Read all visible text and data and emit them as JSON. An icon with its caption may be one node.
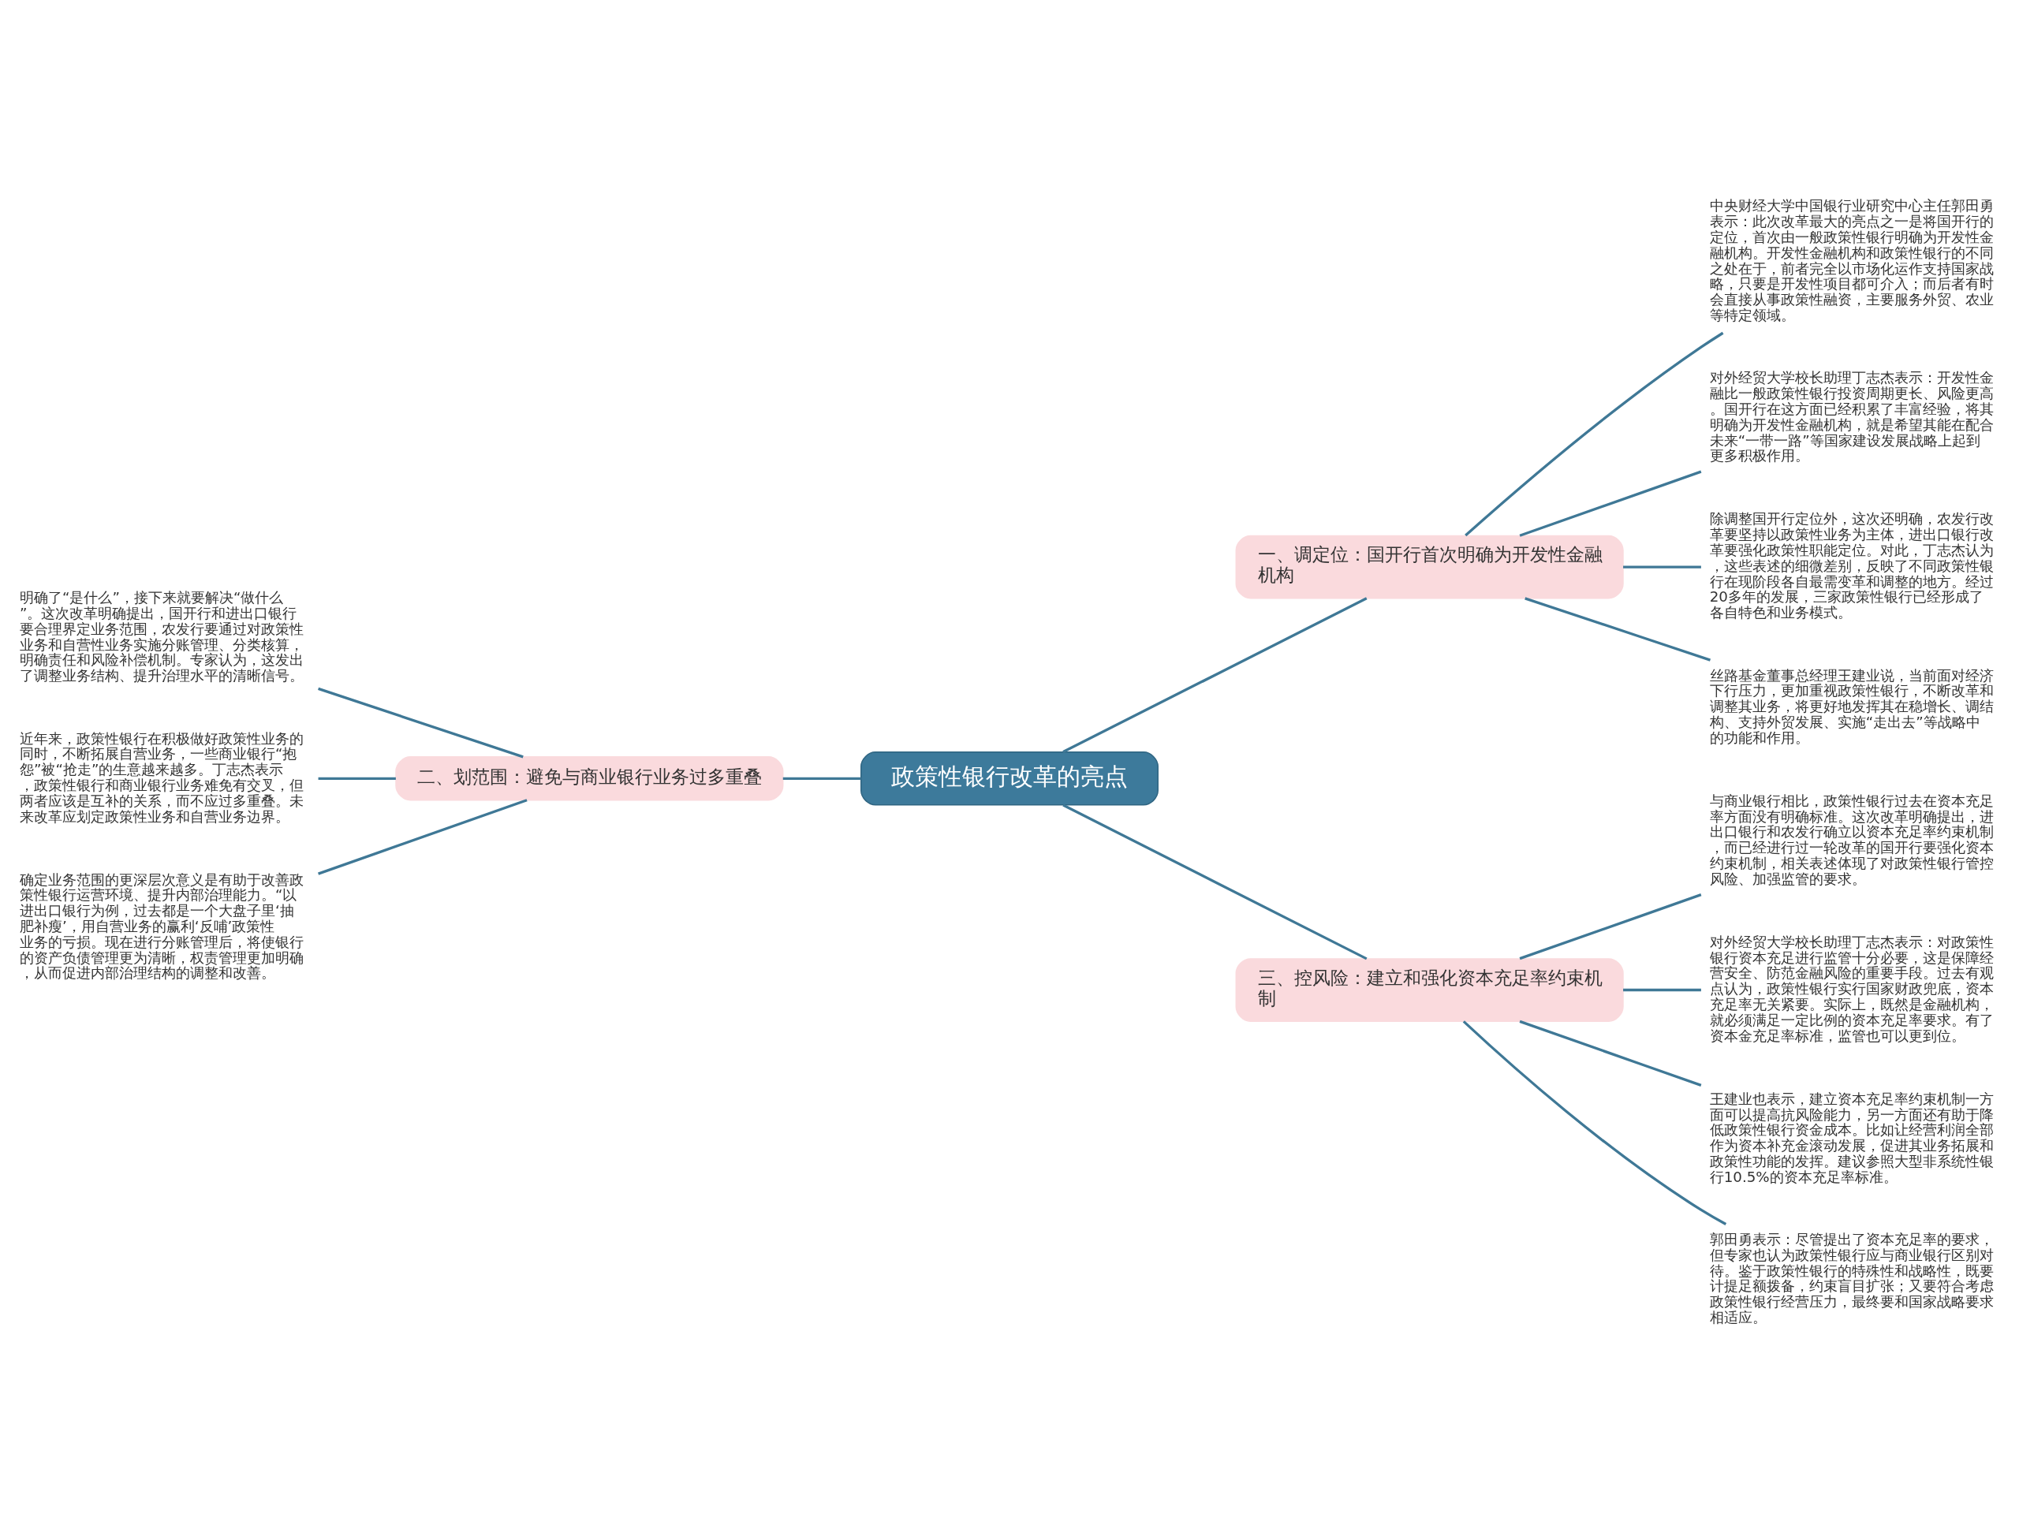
{
  "diagram": {
    "nodes": [
      {
        "text": [
          "政策性银行改革的亮点"
        ]
      },
      {
        "text": [
          "一、调定位：国开行首次明确为开发性金融机构"
        ]
      },
      {
        "text": [
          "中央财经大学中国银行业研究中心主任郭田勇表示：此次改革最大的亮点之一是将国开行的定位，首次由一般政策性银行明确为开发性金融机构。开发性金融机构和政策性银行的不同之处在于，前者完全以市场化运作支持国家战略，只要是开发性项目都可介入；而后者有时会直接从事政策性融资，主要服务外贸、农业等特定领域。"
        ]
      },
      {
        "text": [
          "对外经贸大学校长助理丁志杰表示：开发性金融比一般政策性银行投资周期更长、风险更高。国开行在这方面已经积累了丰富经验，将其明确为开发性金融机构，就是希望其能在配合未来“一带一路”等国家建设发展战略上起到更多积极作用。"
        ]
      },
      {
        "text": [
          "除调整国开行定位外，这次还明确，农发行改革要坚持以政策性业务为主体，进出口银行改革要强化政策性职能定位。对此，丁志杰认为，这些表述的细微差别，反映了不同政策性银行在现阶段各自最需变革和调整的地方。经过20多年的发展，三家政策性银行已经形成了各自特色和业务模式。"
        ]
      },
      {
        "text": [
          "丝路基金董事总经理王建业说，当前面对经济下行压力，更加重视政策性银行，不断改革和调整其业务，将更好地发挥其在稳增长、调结构、支持外贸发展、实施“走出去”等战略中的功能和作用。"
        ]
      },
      {
        "text": [
          "二、划范围：避免与商业银行业务过多重叠"
        ]
      },
      {
        "text": [
          "明确了“是什么”，接下来就要解决“做什么”。这次改革明确提出，国开行和进出口银行要合理界定业务范围，农发行要通过对政策性业务和自营性业务实施分账管理、分类核算，明确责任和风险补偿机制。专家认为，这发出了调整业务结构、提升治理水平的清晰信号。"
        ]
      },
      {
        "text": [
          "近年来，政策性银行在积极做好政策性业务的同时，不断拓展自营业务，一些商业银行“抱怨”被“抢走”的生意越来越多。丁志杰表示，政策性银行和商业银行业务难免有交叉，但两者应该是互补的关系，而不应过多重叠。未来改革应划定政策性业务和自营业务边界。"
        ]
      },
      {
        "text": [
          "确定业务范围的更深层次意义是有助于改善政策性银行运营环境、提升内部治理能力。“以进出口银行为例，过去都是一个大盘子里‘抽肥补瘦’，用自营业务的赢利‘反哺’政策性业务的亏损。现在进行分账管理后，将使银行的资产负债管理更为清晰，权责管理更加明确，从而促进内部治理结构的调整和改善。"
        ]
      },
      {
        "text": [
          "三、控风险：建立和强化资本充足率约束机制"
        ]
      },
      {
        "text": [
          "与商业银行相比，政策性银行过去在资本充足率方面没有明确标准。这次改革明确提出，进出口银行和农发行确立以资本充足率约束机制，而已经进行过一轮改革的国开行要强化资本约束机制，相关表述体现了对政策性银行管控风险、加强监管的要求。"
        ]
      },
      {
        "text": [
          "对外经贸大学校长助理丁志杰表示：对政策性银行资本充足进行监管十分必要，这是保障经营安全、防范金融风险的重要手段。过去有观点认为，政策性银行实行国家财政兜底，资本充足率无关紧要。实际上，既然是金融机构，就必须满足一定比例的资本充足率要求。有了资本金充足率标准，监管也可以更到位。"
        ]
      },
      {
        "text": [
          "王建业也表示，建立资本充足率约束机制一方面可以提高抗风险能力，另一方面还有助于降低政策性银行资金成本。比如让经营利润全部作为资本补充金滚动发展，促进其业务拓展和政策性功能的发挥。建议参照大型非系统性银行10.5%的资本充足率标准。"
        ]
      },
      {
        "text": [
          "郭田勇表示：尽管提出了资本充足率的要求，但专家也认为政策性银行应与商业银行区别对待。鉴于政策性银行的特殊性和战略性，既要计提足额拨备，约束盲目扩张；又要符合考虑政策性银行经营压力，最终要和国家战略要求相适应。"
        ]
      }
    ],
    "edges": [
      {
        "from": 0,
        "to": 1,
        "arrow": "none"
      },
      {
        "from": 1,
        "to": 2,
        "arrow": "none"
      },
      {
        "from": 1,
        "to": 3,
        "arrow": "none"
      },
      {
        "from": 1,
        "to": 4,
        "arrow": "none"
      },
      {
        "from": 1,
        "to": 5,
        "arrow": "none"
      },
      {
        "from": 0,
        "to": 6,
        "arrow": "none"
      },
      {
        "from": 6,
        "to": 7,
        "arrow": "none"
      },
      {
        "from": 6,
        "to": 8,
        "arrow": "none"
      },
      {
        "from": 6,
        "to": 9,
        "arrow": "none"
      },
      {
        "from": 0,
        "to": 10,
        "arrow": "none"
      },
      {
        "from": 10,
        "to": 11,
        "arrow": "none"
      },
      {
        "from": 10,
        "to": 12,
        "arrow": "none"
      },
      {
        "from": 10,
        "to": 13,
        "arrow": "none"
      },
      {
        "from": 10,
        "to": 14,
        "arrow": "none"
      }
    ]
  }
}
